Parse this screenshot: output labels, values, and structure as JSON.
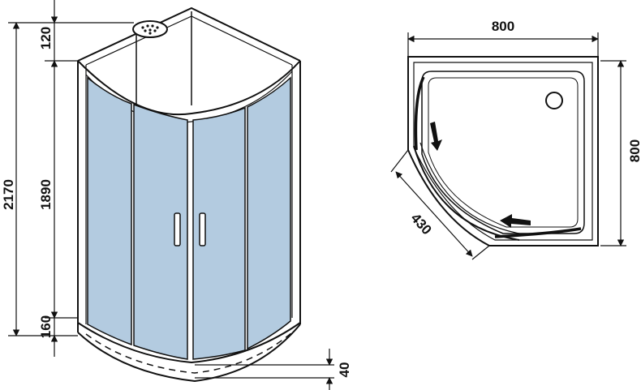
{
  "dimensions": {
    "total_height": "2170",
    "top_section": "120",
    "glass_height": "1890",
    "tray_height": "160",
    "tray_drop": "40",
    "width": "800",
    "depth": "800",
    "door_opening": "430"
  },
  "colors": {
    "glass": "#b3cbe0",
    "line": "#111111",
    "background": "#ffffff"
  },
  "icons": {
    "shower_head": "shower-head-icon",
    "drain": "drain-icon",
    "sliding_arrow": "arrow-icon"
  }
}
